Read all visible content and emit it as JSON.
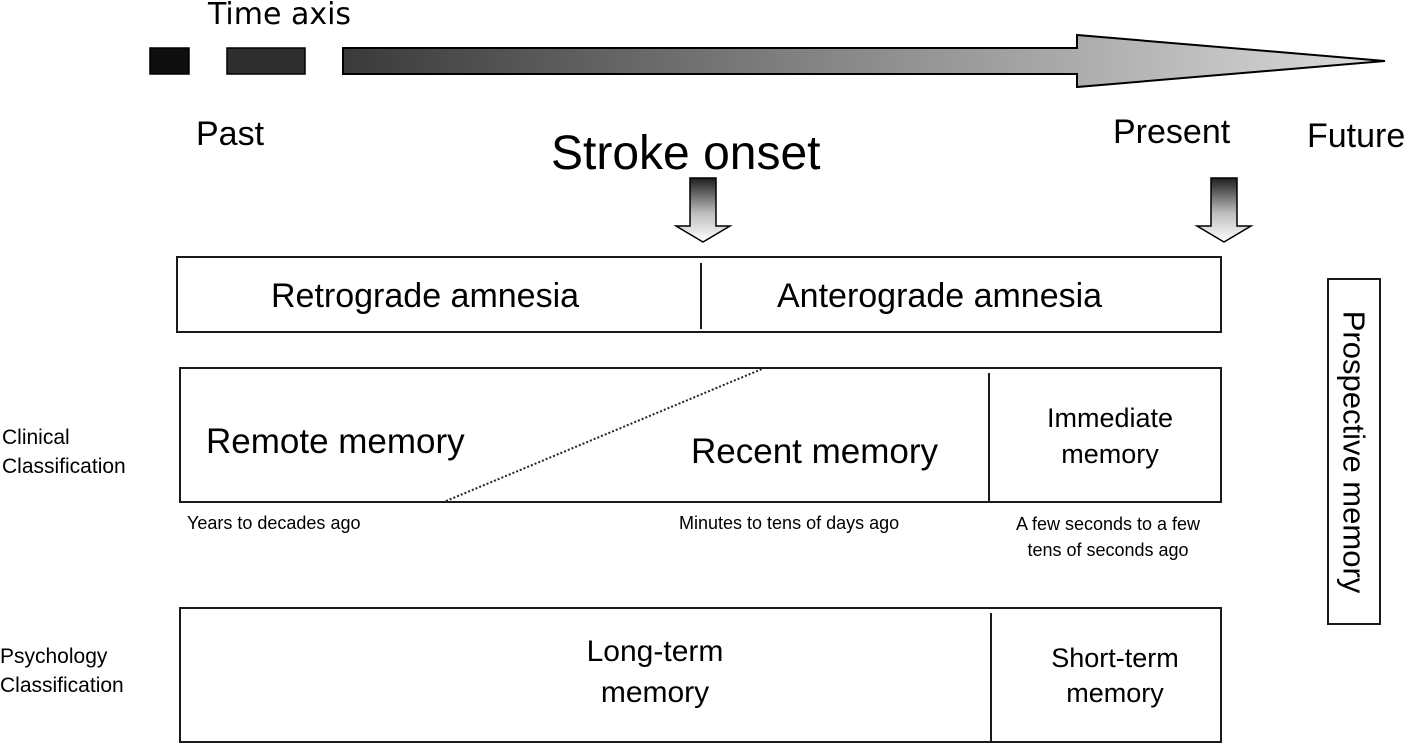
{
  "time_axis": {
    "title": "Time axis",
    "labels": {
      "past": "Past",
      "present": "Present",
      "future": "Future"
    },
    "event": "Stroke onset"
  },
  "amnesia": {
    "retrograde": "Retrograde amnesia",
    "anterograde": "Anterograde amnesia"
  },
  "clinical": {
    "row_label_line1": "Clinical",
    "row_label_line2": "Classification",
    "remote": "Remote memory",
    "recent": "Recent memory",
    "immediate_line1": "Immediate",
    "immediate_line2": "memory",
    "remote_range": "Years to decades ago",
    "recent_range": "Minutes to tens of days ago",
    "immediate_range_line1": "A few seconds to a few",
    "immediate_range_line2": "tens of seconds ago"
  },
  "psychology": {
    "row_label_line1": "Psychology",
    "row_label_line2": "Classification",
    "long_term_line1": "Long-term",
    "long_term_line2": "memory",
    "short_term_line1": "Short-term",
    "short_term_line2": "memory"
  },
  "prospective": "Prospective memory"
}
